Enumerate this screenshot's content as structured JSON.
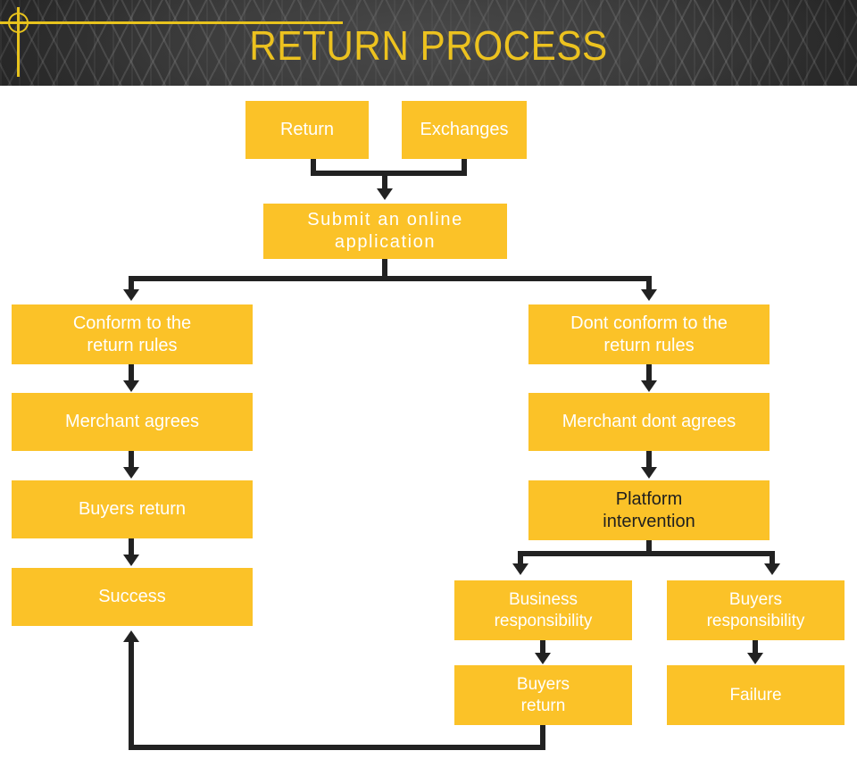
{
  "header": {
    "title": "RETURN PROCESS",
    "accent_color": "#ecc21f",
    "background_color": "#3d3d3d"
  },
  "theme": {
    "box_fill": "#fbc228",
    "box_text": "#ffffff",
    "box_text_alt": "#1f1f1f",
    "connector_color": "#222222",
    "page_background": "#ffffff"
  },
  "flowchart": {
    "type": "flowchart",
    "nodes": [
      {
        "id": "return",
        "label": "Return"
      },
      {
        "id": "exchanges",
        "label": "Exchanges"
      },
      {
        "id": "submit",
        "label": "Submit an online\napplication"
      },
      {
        "id": "conform",
        "label": "Conform to the\nreturn rules"
      },
      {
        "id": "merchant-agrees",
        "label": "Merchant agrees"
      },
      {
        "id": "buyers-return-left",
        "label": "Buyers return"
      },
      {
        "id": "success",
        "label": "Success"
      },
      {
        "id": "dont-conform",
        "label": "Dont conform to the\nreturn rules"
      },
      {
        "id": "merchant-dont-agrees",
        "label": "Merchant dont agrees"
      },
      {
        "id": "platform",
        "label": "Platform\nintervention"
      },
      {
        "id": "business-resp",
        "label": "Business\nresponsibility"
      },
      {
        "id": "buyers-resp",
        "label": "Buyers\nresponsibility"
      },
      {
        "id": "buyers-return-bottom",
        "label": "Buyers\nreturn"
      },
      {
        "id": "failure",
        "label": "Failure"
      }
    ],
    "edges": [
      {
        "from": "return",
        "to": "submit"
      },
      {
        "from": "exchanges",
        "to": "submit"
      },
      {
        "from": "submit",
        "to": "conform"
      },
      {
        "from": "submit",
        "to": "dont-conform"
      },
      {
        "from": "conform",
        "to": "merchant-agrees"
      },
      {
        "from": "merchant-agrees",
        "to": "buyers-return-left"
      },
      {
        "from": "buyers-return-left",
        "to": "success"
      },
      {
        "from": "dont-conform",
        "to": "merchant-dont-agrees"
      },
      {
        "from": "merchant-dont-agrees",
        "to": "platform"
      },
      {
        "from": "platform",
        "to": "business-resp"
      },
      {
        "from": "platform",
        "to": "buyers-resp"
      },
      {
        "from": "business-resp",
        "to": "buyers-return-bottom"
      },
      {
        "from": "buyers-resp",
        "to": "failure"
      },
      {
        "from": "buyers-return-bottom",
        "to": "success"
      }
    ]
  }
}
